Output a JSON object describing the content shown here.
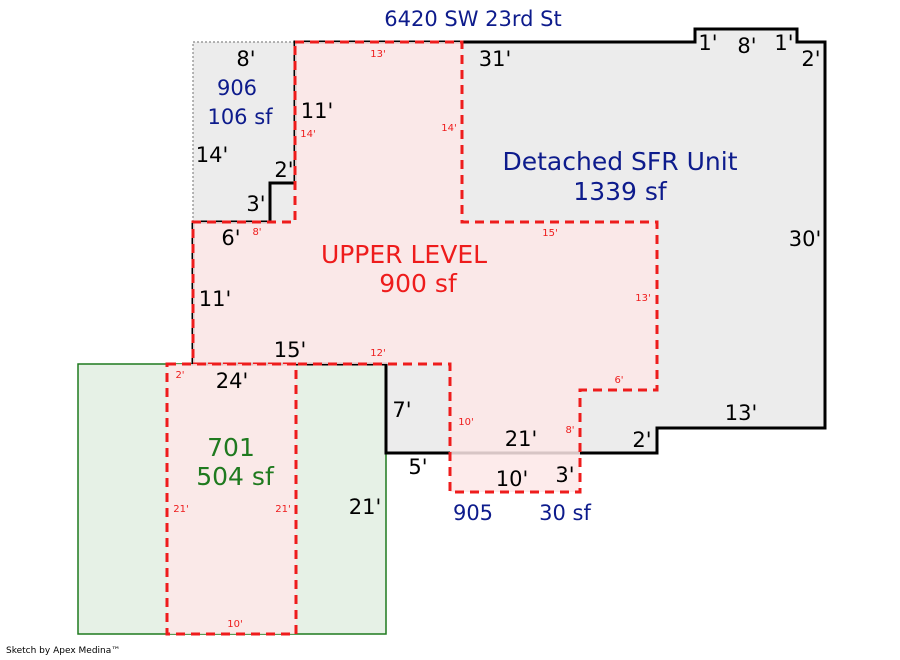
{
  "address": "6420 SW 23rd St",
  "areas": {
    "main": {
      "name": "Detached SFR Unit",
      "size": "1339 sf"
    },
    "upper": {
      "name": "UPPER LEVEL",
      "size": "900 sf"
    },
    "a906": {
      "code": "906",
      "size": "106 sf"
    },
    "a701": {
      "code": "701",
      "size": "504 sf"
    },
    "a905": {
      "code": "905",
      "size": "30 sf"
    }
  },
  "dims": {
    "d8_top": "8'",
    "d14_left": "14'",
    "d11_inner": "11'",
    "d2_step": "2'",
    "d3_step": "3'",
    "d6_left": "6'",
    "d11_left": "11'",
    "d15_mid": "15'",
    "d31_top": "31'",
    "d1a": "1'",
    "d8b": "8'",
    "d1b": "1'",
    "d2_right": "2'",
    "d30_right": "30'",
    "d13_bottom": "13'",
    "d2_bottom": "2'",
    "d21_bottom": "21'",
    "d3_bottom": "3'",
    "d10_bottom": "10'",
    "d5_bottom": "5'",
    "d7_mid": "7'",
    "d24_green": "24'",
    "d21_green": "21'"
  },
  "upper_dims": {
    "u13_top": "13'",
    "u14_left": "14'",
    "u14_right": "14'",
    "u8": "8'",
    "u15": "15'",
    "u13_right": "13'",
    "u6": "6'",
    "u12": "12'",
    "u2": "2'",
    "u10_mid": "10'",
    "u8_bottom": "8'",
    "u21_left": "21'",
    "u21_right": "21'",
    "u10_bottom": "10'"
  },
  "footer": "Sketch by Apex Medina™"
}
